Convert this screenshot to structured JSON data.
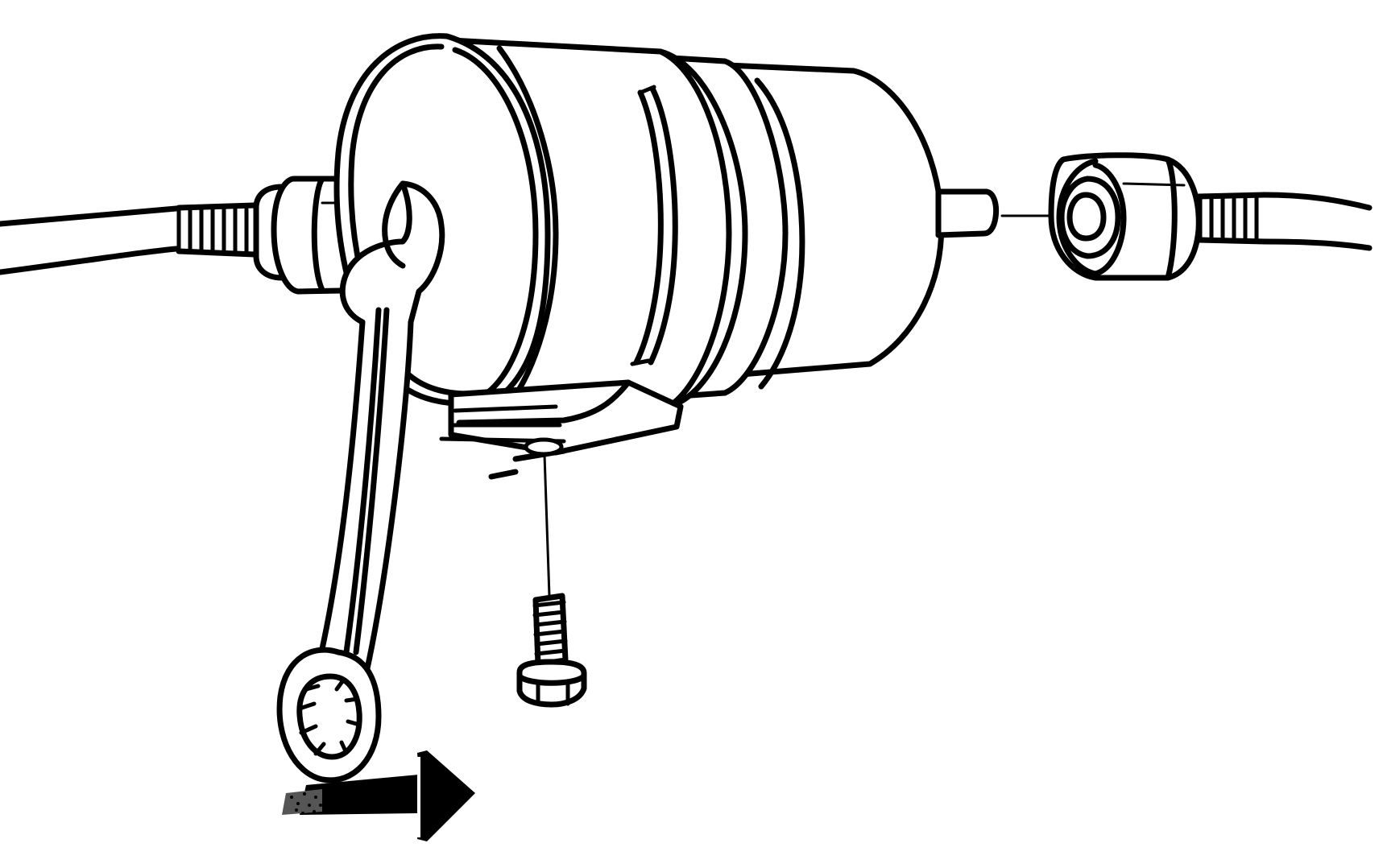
{
  "figure": {
    "background": "#ffffff",
    "ink": "#000000",
    "parts": [
      "fuel-line-left",
      "inlet-nut",
      "open-end-wrench",
      "fuel-filter",
      "mounting-bracket",
      "mounting-bolt",
      "outlet-nipple",
      "outlet-nut",
      "fuel-line-right",
      "direction-arrow"
    ],
    "arrow_direction": "right"
  }
}
